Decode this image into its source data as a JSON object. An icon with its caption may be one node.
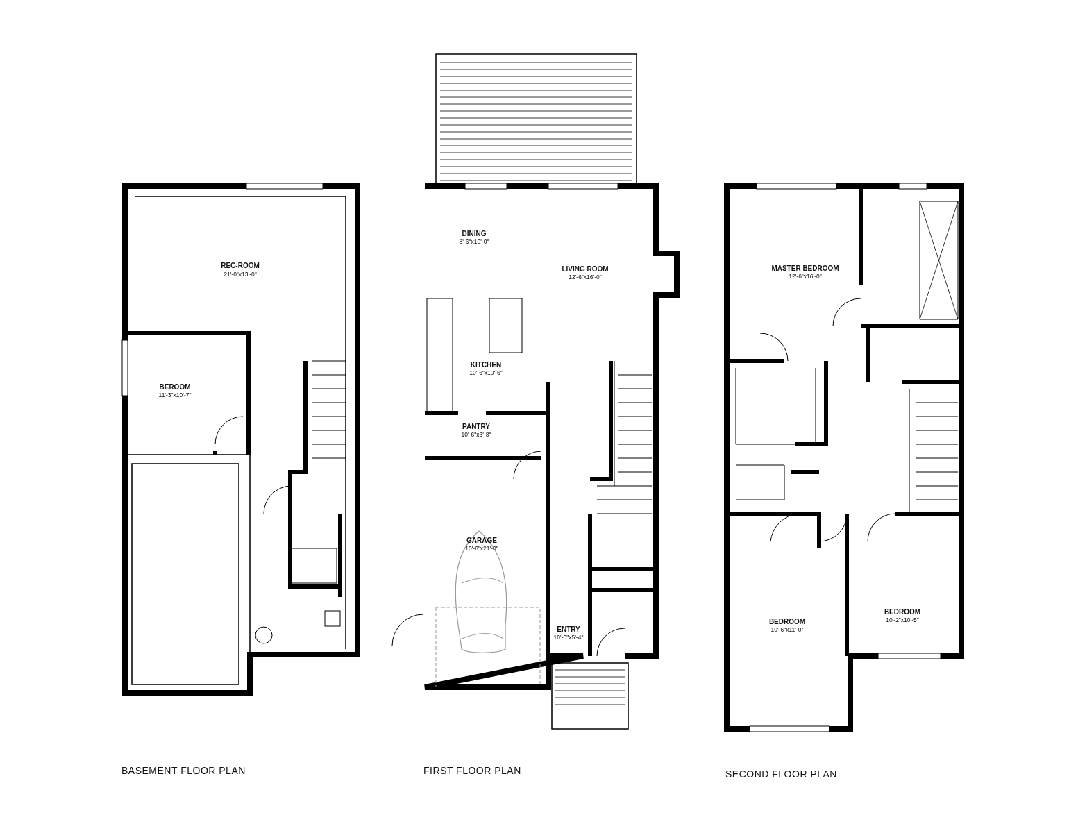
{
  "diagram": {
    "labels": [
      "REC-ROOM",
      "21'-0\"x13'-0\"",
      "BEROOM",
      "11'-3\"x10'-7\"",
      "DINING",
      "8'-6\"x10'-0\"",
      "LIVING ROOM",
      "12'-6\"x16'-0\"",
      "KITCHEN",
      "10'-6\"x10'-6\"",
      "PANTRY",
      "10'-6\"x3'-8\"",
      "GARAGE",
      "10'-6\"x21'-0\"",
      "ENTRY",
      "10'-0\"x5'-4\"",
      "MASTER BEDROOM",
      "12'-6\"x16'-0\"",
      "BEDROOM",
      "10'-6\"x11'-0\"",
      "BEDROOM",
      "10'-2\"x10'-5\"",
      "BASEMENT FLOOR PLAN",
      "FIRST FLOOR PLAN",
      "SECOND FLOOR PLAN"
    ]
  }
}
